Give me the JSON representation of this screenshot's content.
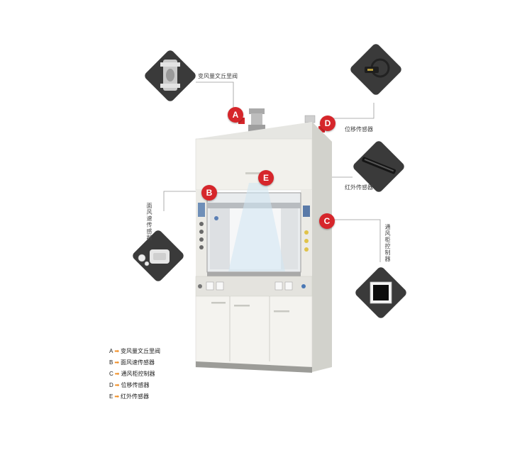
{
  "callouts": [
    {
      "letter": "A",
      "label": "变风量文丘里阀",
      "icon": "venturi-valve-icon"
    },
    {
      "letter": "B",
      "label": "面风速传感器",
      "icon": "face-velocity-sensor-icon"
    },
    {
      "letter": "C",
      "label": "通风柜控制器",
      "icon": "fume-hood-controller-icon"
    },
    {
      "letter": "D",
      "label": "位移传感器",
      "icon": "displacement-sensor-icon"
    },
    {
      "letter": "E",
      "label": "红外传感器",
      "icon": "infrared-sensor-icon"
    }
  ],
  "legend": [
    {
      "letter": "A",
      "label": "变风量文丘里阀"
    },
    {
      "letter": "B",
      "label": "面风速传感器"
    },
    {
      "letter": "C",
      "label": "通风柜控制器"
    },
    {
      "letter": "D",
      "label": "位移传感器"
    },
    {
      "letter": "E",
      "label": "红外传感器"
    }
  ],
  "colors": {
    "marker": "#d6262b",
    "diamond": "#3a3a3a",
    "legend_arrow": "#f08a1c",
    "cabinet": "#f2f1ec"
  }
}
